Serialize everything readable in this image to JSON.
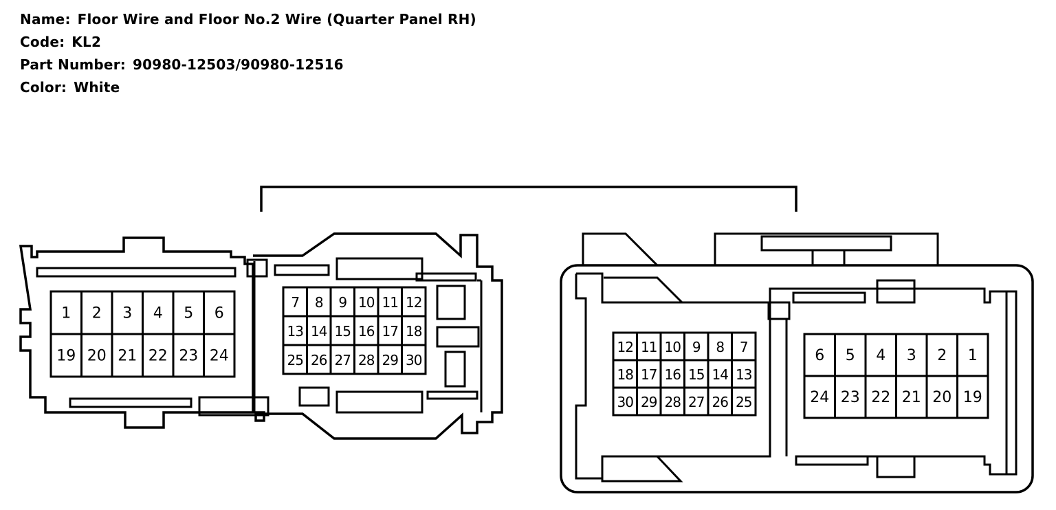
{
  "header": {
    "name_label": "Name:",
    "name_value": "Floor Wire and Floor No.2 Wire (Quarter Panel RH)",
    "code_label": "Code:",
    "code_value": "KL2",
    "part_label": "Part Number:",
    "part_value": "90980-12503/90980-12516",
    "color_label": "Color:",
    "color_value": "White"
  },
  "connector_left": {
    "block_a_rows": [
      [
        "1",
        "2",
        "3",
        "4",
        "5",
        "6"
      ],
      [
        "19",
        "20",
        "21",
        "22",
        "23",
        "24"
      ]
    ],
    "block_b_rows": [
      [
        "7",
        "8",
        "9",
        "10",
        "11",
        "12"
      ],
      [
        "13",
        "14",
        "15",
        "16",
        "17",
        "18"
      ],
      [
        "25",
        "26",
        "27",
        "28",
        "29",
        "30"
      ]
    ]
  },
  "connector_right": {
    "block_b_rows": [
      [
        "12",
        "11",
        "10",
        "9",
        "8",
        "7"
      ],
      [
        "18",
        "17",
        "16",
        "15",
        "14",
        "13"
      ],
      [
        "30",
        "29",
        "28",
        "27",
        "26",
        "25"
      ]
    ],
    "block_a_rows": [
      [
        "6",
        "5",
        "4",
        "3",
        "2",
        "1"
      ],
      [
        "24",
        "23",
        "22",
        "21",
        "20",
        "19"
      ]
    ]
  }
}
